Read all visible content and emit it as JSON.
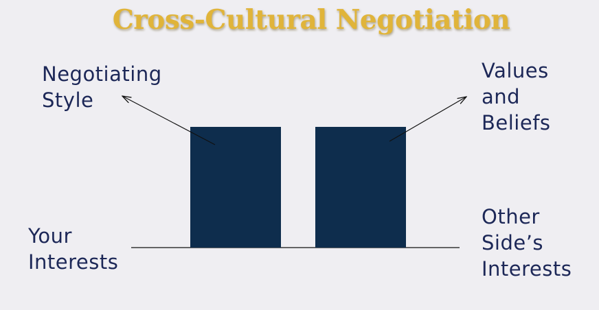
{
  "title": "Cross-Cultural Negotiation",
  "labels": {
    "negotiating_style": "Negotiating\nStyle",
    "values_beliefs": "Values\nand\nBeliefs",
    "your_interests": "Your\nInterests",
    "other_interests": "Other\nSide’s\nInterests"
  },
  "colors": {
    "block": "#0e2d4d",
    "text": "#1c2757",
    "title": "#e0b43a",
    "background": "#efeef2"
  }
}
